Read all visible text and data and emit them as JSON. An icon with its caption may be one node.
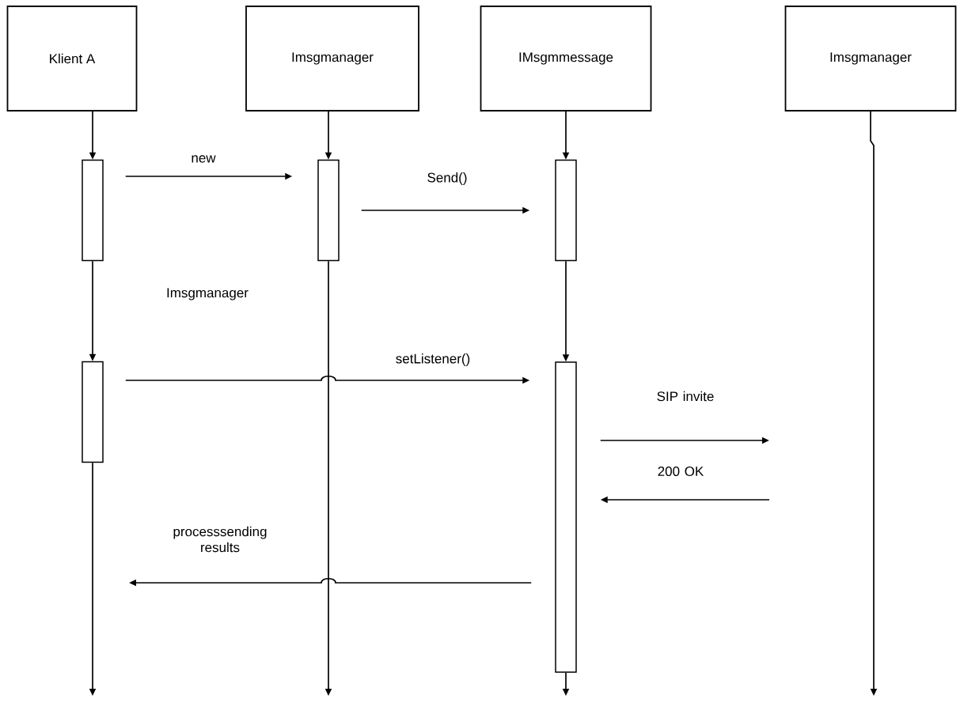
{
  "diagram": {
    "nodes": [
      {
        "text": [
          "Klient A"
        ]
      },
      {
        "text": [
          "Imsgmanager"
        ]
      },
      {
        "text": [
          "IMsgmmessage"
        ]
      },
      {
        "text": [
          "Imsgmanager"
        ]
      },
      {
        "text": [],
        "shape": "bar"
      },
      {
        "text": [],
        "shape": "bar"
      },
      {
        "text": [],
        "shape": "bar"
      },
      {
        "text": [],
        "shape": "bar"
      },
      {
        "text": [],
        "shape": "bar"
      }
    ],
    "edges": [
      {
        "from": 0,
        "to": 4,
        "arrow": "to"
      },
      {
        "from": 4,
        "to": 7,
        "arrow": "to"
      },
      {
        "from": 7,
        "to": null,
        "arrow": "to"
      },
      {
        "from": 1,
        "to": 5,
        "arrow": "to"
      },
      {
        "from": 5,
        "to": null,
        "arrow": "to"
      },
      {
        "from": 2,
        "to": 6,
        "arrow": "to"
      },
      {
        "from": 6,
        "to": 8,
        "arrow": "to"
      },
      {
        "from": 8,
        "to": null,
        "arrow": "to"
      },
      {
        "from": 3,
        "to": null,
        "arrow": "to"
      },
      {
        "from": 4,
        "to": 5,
        "arrow": "to",
        "label": "new"
      },
      {
        "from": 5,
        "to": 6,
        "arrow": "to",
        "label": "Send()"
      },
      {
        "from": 7,
        "to": 8,
        "arrow": "to",
        "label": "setListener()"
      },
      {
        "from": 8,
        "to": null,
        "arrow": "to",
        "label": "SIP invite"
      },
      {
        "from": null,
        "to": 8,
        "arrow": "to",
        "label": "200 OK"
      },
      {
        "from": 8,
        "to": null,
        "arrow": "to",
        "label": "processsending results"
      }
    ],
    "labels": [
      "Imsgmanager"
    ]
  }
}
